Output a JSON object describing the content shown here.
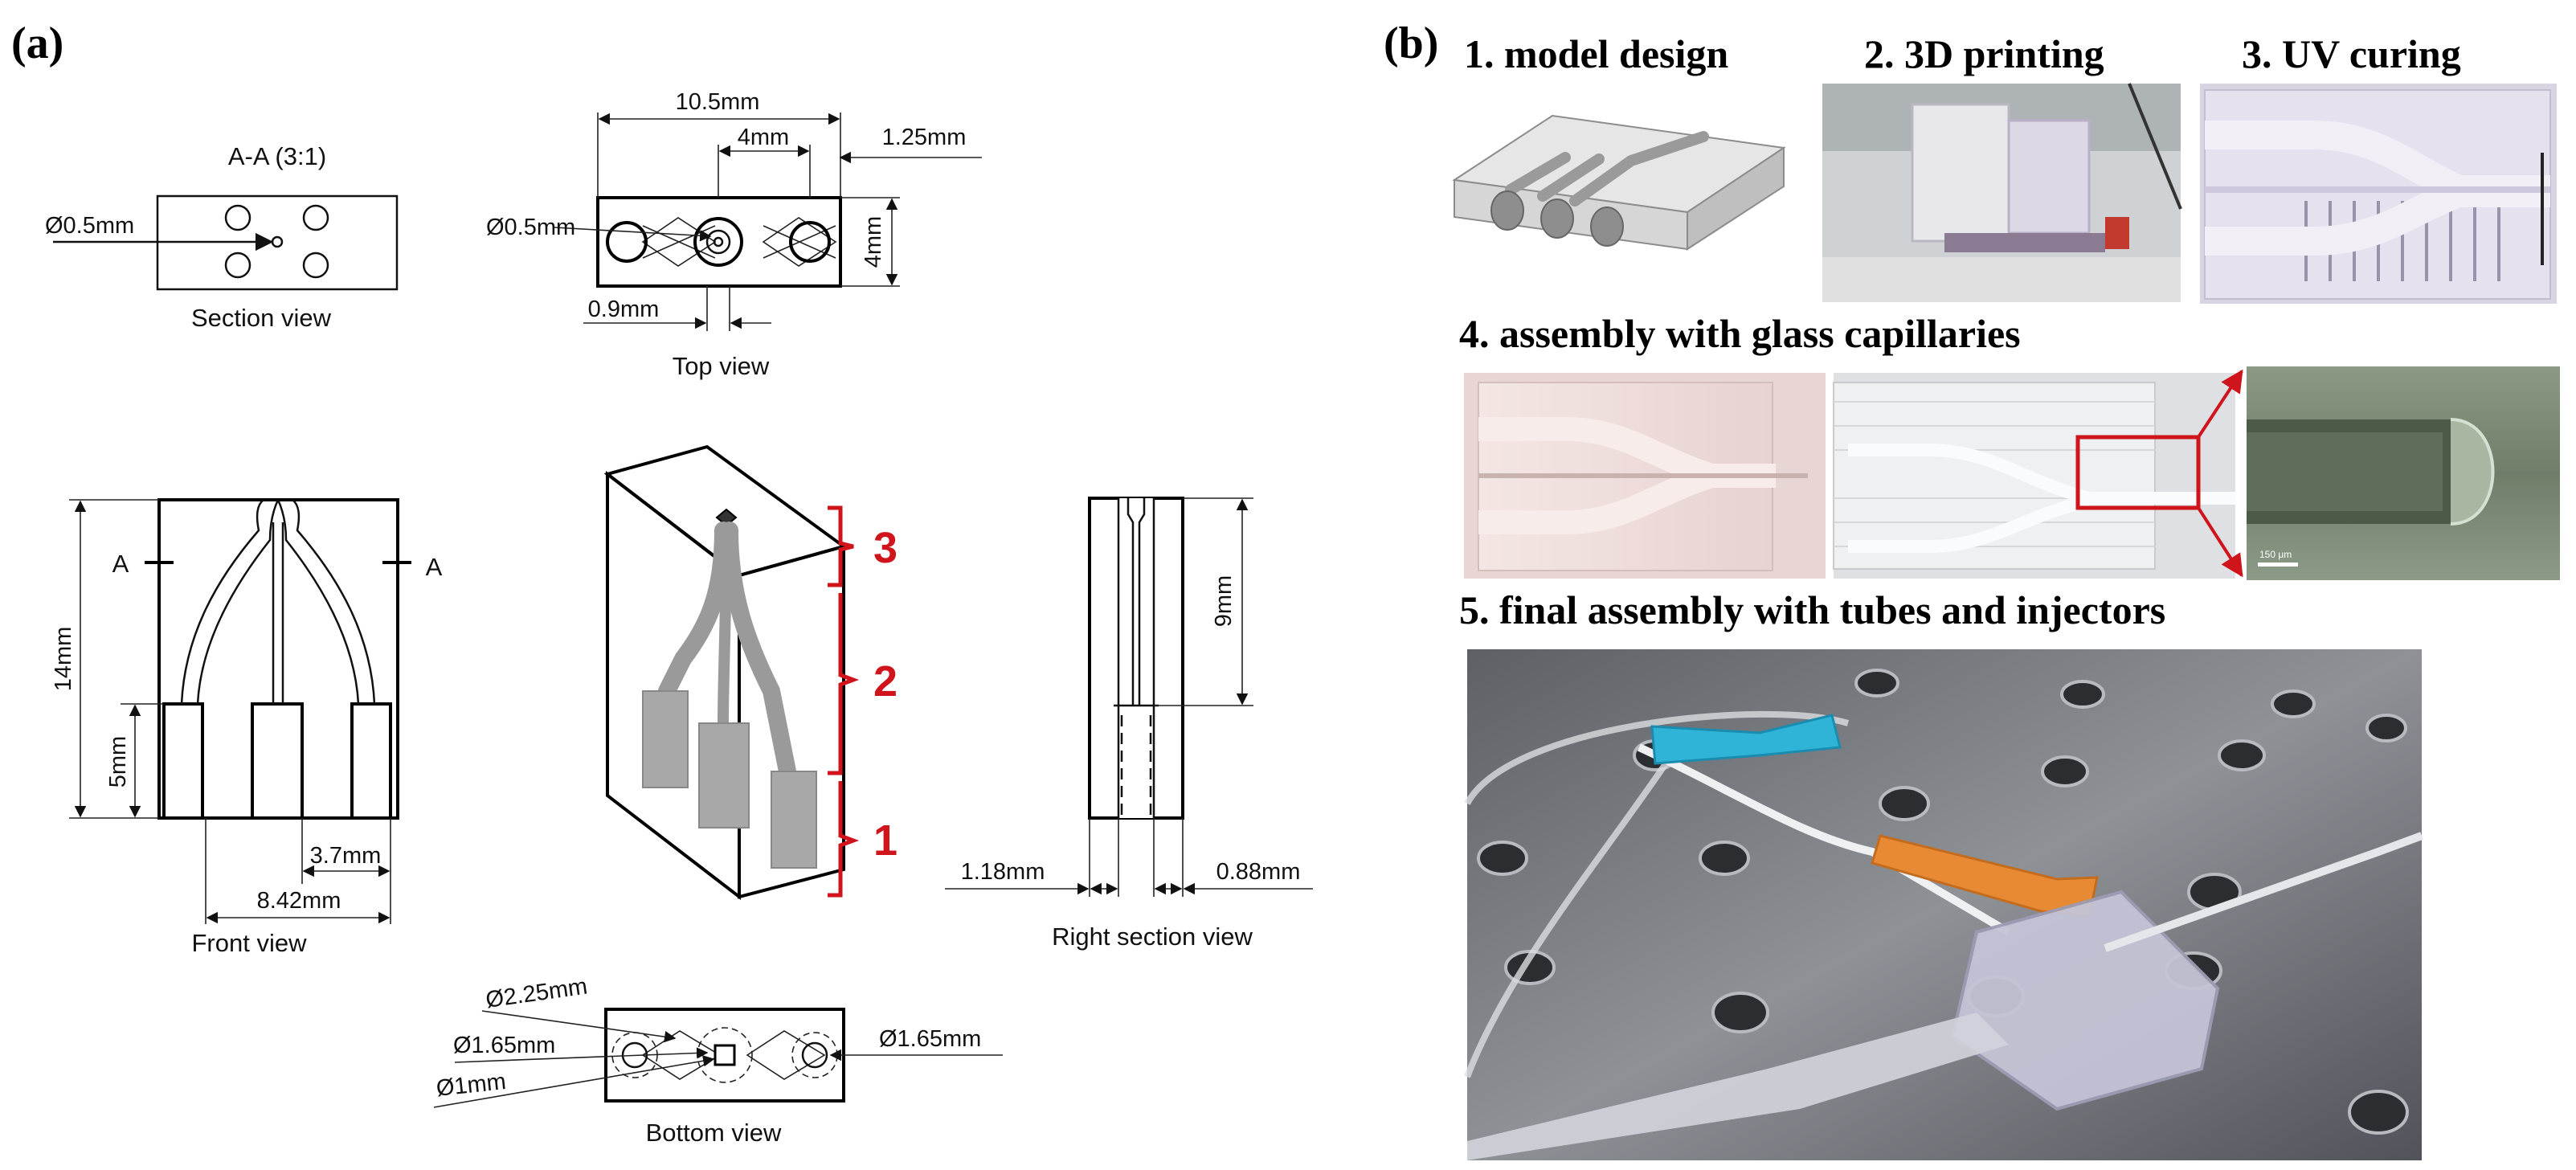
{
  "panel_a": {
    "label": "(a)",
    "section": {
      "title": "A-A (3:1)",
      "dim_diameter": "Ø0.5mm",
      "caption": "Section view"
    },
    "top": {
      "dim_length": "10.5mm",
      "dim_inner": "4mm",
      "dim_right": "1.25mm",
      "dim_height": "4mm",
      "dim_diameter": "Ø0.5mm",
      "dim_offset": "0.9mm",
      "caption": "Top view"
    },
    "front": {
      "marker_left": "A",
      "marker_right": "A",
      "dim_height": "14mm",
      "dim_lower": "5mm",
      "dim_pitch": "3.7mm",
      "dim_width": "8.42mm",
      "caption": "Front view"
    },
    "iso": {
      "labels": [
        "3",
        "2",
        "1"
      ]
    },
    "right": {
      "dim_height": "9mm",
      "dim_left": "1.18mm",
      "dim_right": "0.88mm",
      "caption": "Right section view"
    },
    "bottom": {
      "dim_a": "Ø2.25mm",
      "dim_b": "Ø1.65mm",
      "dim_c": "Ø1mm",
      "dim_d": "Ø1.65mm",
      "caption": "Bottom view"
    }
  },
  "panel_b": {
    "label": "(b)",
    "steps": [
      "1. model design",
      "2. 3D printing",
      "3. UV curing",
      "4. assembly with glass capillaries",
      "5. final assembly with tubes and injectors"
    ],
    "scale_bar": "150 μm"
  },
  "colors": {
    "accent_red": "#d0141c",
    "line": "#111111"
  }
}
